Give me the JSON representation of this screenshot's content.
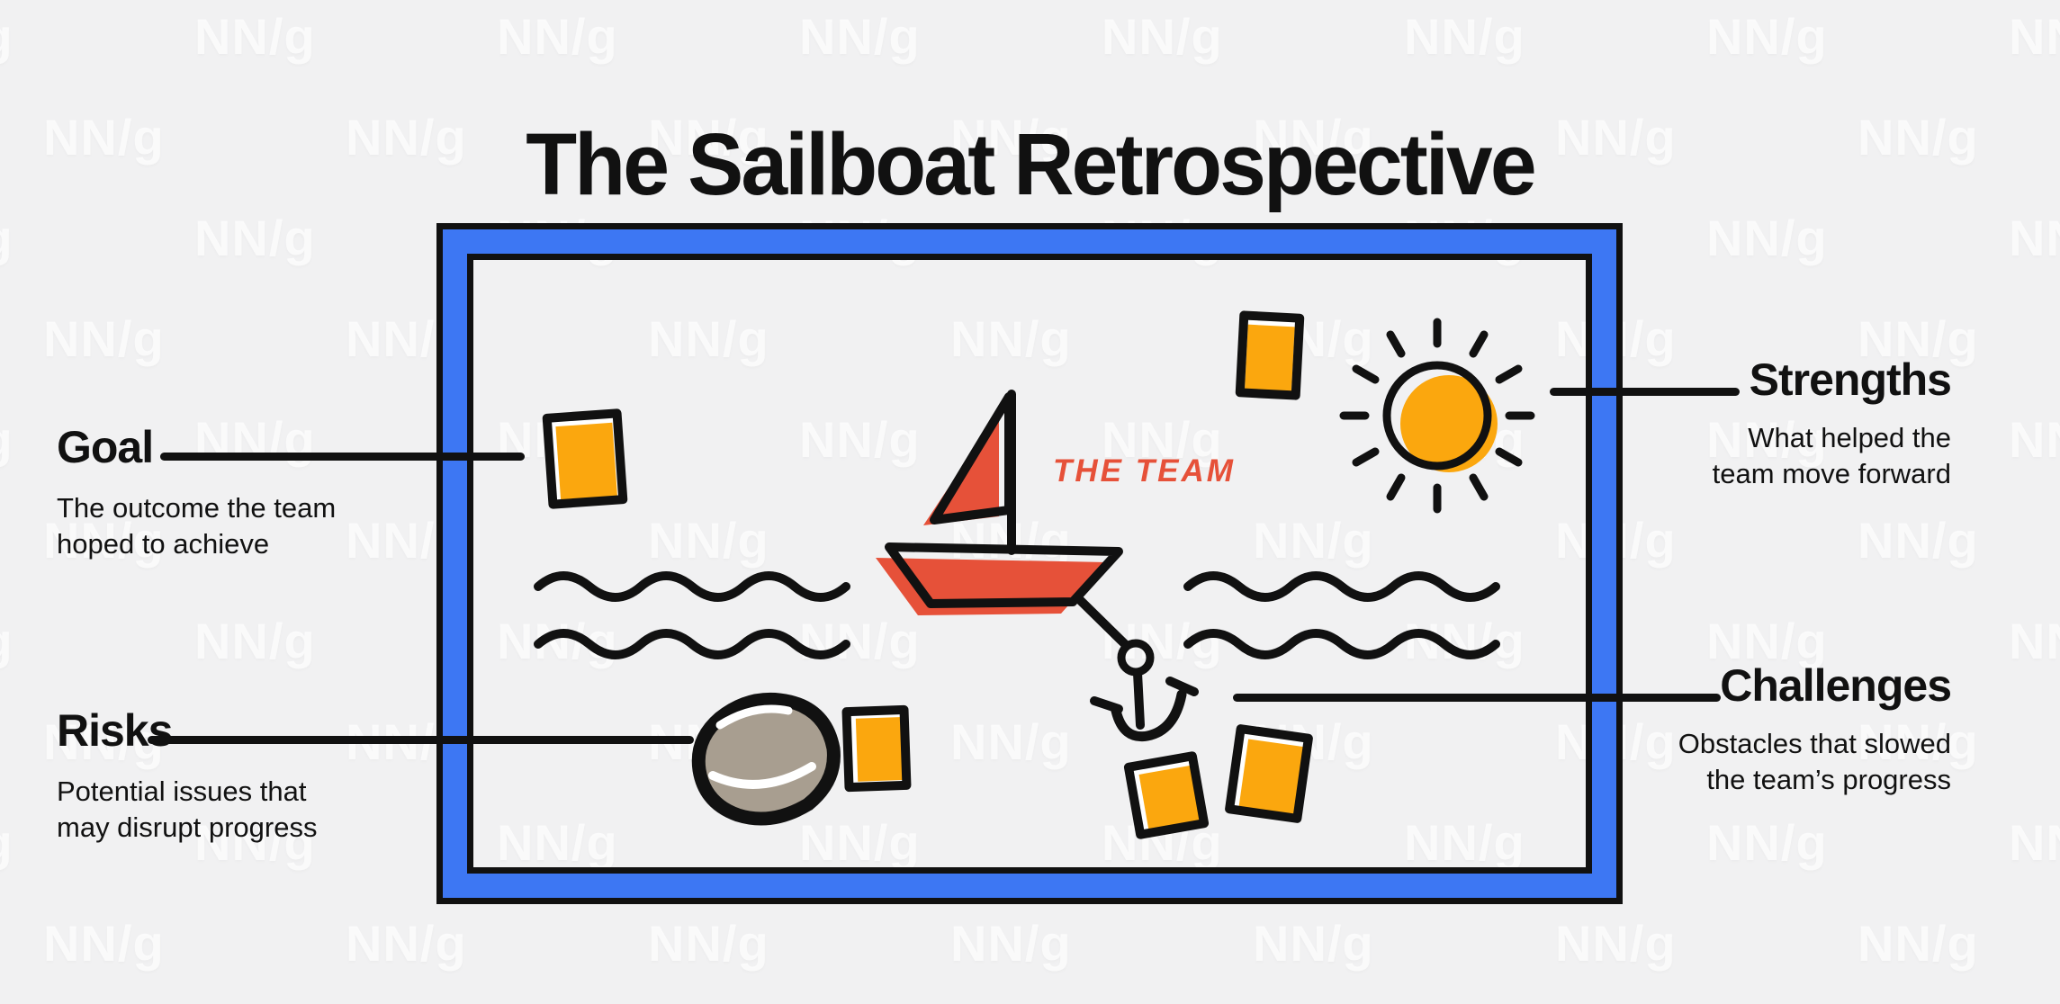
{
  "title": "The Sailboat Retrospective",
  "watermark": {
    "text": "NN/g"
  },
  "labels": {
    "goal": {
      "title": "Goal",
      "lines": [
        "The outcome the team",
        "hoped to achieve"
      ]
    },
    "risks": {
      "title": "Risks",
      "lines": [
        "Potential issues that",
        "may disrupt progress"
      ]
    },
    "strengths": {
      "title": "Strengths",
      "lines": [
        "What helped the",
        "team move forward"
      ]
    },
    "challenges": {
      "title": "Challenges",
      "lines": [
        "Obstacles that slowed",
        "the team’s progress"
      ]
    }
  },
  "board": {
    "team_label": "THE TEAM",
    "icons": [
      "sailboat-icon",
      "sun-icon",
      "rock-icon",
      "anchor-icon",
      "wave-icon",
      "sticky-note-icon"
    ]
  },
  "colors": {
    "background": "#F1F1F2",
    "frame_blue": "#3D77F3",
    "boat_red": "#E65139",
    "sticky_orange": "#FBA70E",
    "rock_gray": "#A89E90",
    "ink_black": "#111111"
  }
}
